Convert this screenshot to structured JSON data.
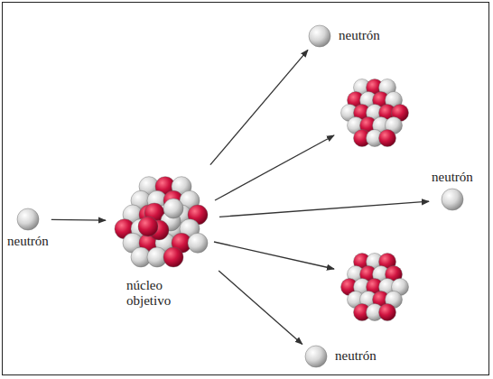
{
  "diagram": {
    "nodes": [
      {
        "text": [
          "neutrón"
        ]
      },
      {
        "text": [
          "núcleo objetivo"
        ]
      },
      {
        "text": [
          "neutrón"
        ]
      },
      {
        "text": [
          "neutrón"
        ]
      },
      {
        "text": [
          "neutrón"
        ]
      }
    ],
    "edges": [
      {
        "from": 0,
        "to": 1,
        "arrow": "to"
      },
      {
        "from": 1,
        "to": 2,
        "arrow": "to"
      },
      {
        "from": 1,
        "to": 3,
        "arrow": "to"
      },
      {
        "from": 1,
        "to": 4,
        "arrow": "to"
      }
    ]
  }
}
